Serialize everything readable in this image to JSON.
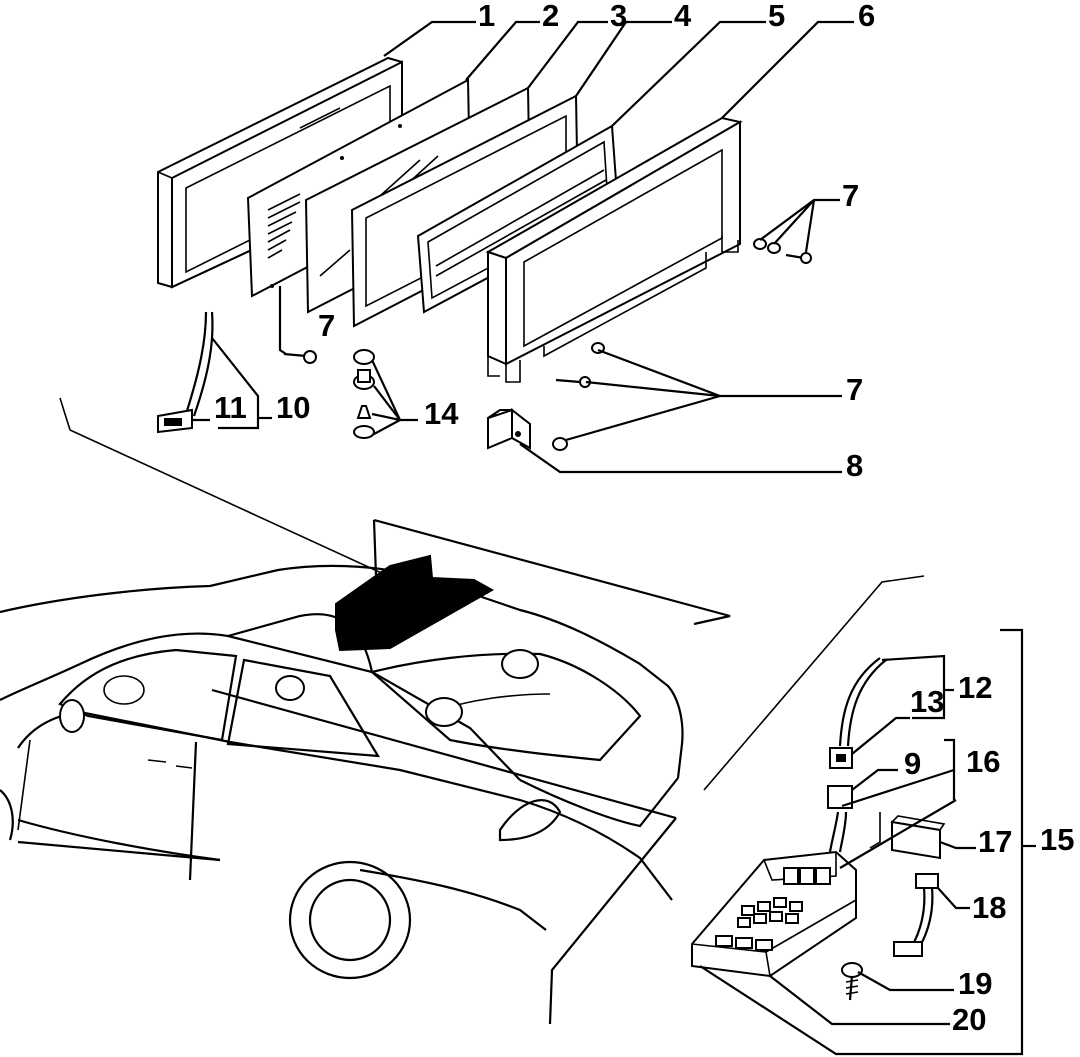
{
  "callouts": {
    "c1": "1",
    "c2": "2",
    "c3": "3",
    "c4": "4",
    "c5": "5",
    "c6": "6",
    "c7a": "7",
    "c7b": "7",
    "c7c": "7",
    "c8": "8",
    "c9": "9",
    "c10": "10",
    "c11": "11",
    "c12": "12",
    "c13": "13",
    "c14": "14",
    "c15": "15",
    "c16": "16",
    "c17": "17",
    "c18": "18",
    "c19": "19",
    "c20": "20"
  }
}
